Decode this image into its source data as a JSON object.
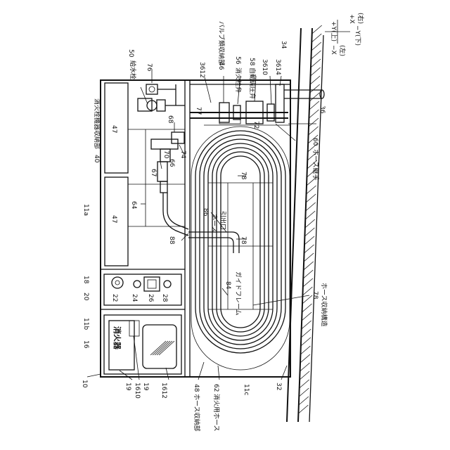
{
  "axes": {
    "plus_y": "+Y(上)",
    "plus_x": "+X",
    "plus_x_sub": "(右)",
    "minus_x": "−X",
    "minus_x_sub": "(左)",
    "minus_y": "−Y(下)"
  },
  "refs": {
    "r10": "10",
    "r11a": "11a",
    "r11b": "11b",
    "r11c": "11c",
    "r16": "16",
    "r18": "18",
    "r19a": "19",
    "r19b": "19",
    "r20": "20",
    "r22": "22",
    "r24": "24",
    "r26": "26",
    "r28": "28",
    "r32": "32",
    "r34": "34",
    "r36": "36",
    "r3610": "3610",
    "r3612": "3612",
    "r3614": "3614",
    "r40": "40",
    "r46": "46",
    "r47a": "47",
    "r47b": "47",
    "r48": "48",
    "r50": "50",
    "r56": "56",
    "r58": "58",
    "r60": "60",
    "r62": "62",
    "r64": "64",
    "r66": "66",
    "r67": "67",
    "r68": "68",
    "r70": "70",
    "r72": "72",
    "r74": "74",
    "r76": "76",
    "r77": "77",
    "r78a": "78",
    "r78b": "78",
    "r78c": "78",
    "r84": "84",
    "r86": "86",
    "r88": "88",
    "r1610": "1610",
    "r1612": "1612"
  },
  "labels": {
    "hydrant_valve": "給水栓",
    "hydrant_storage": "消火栓機器収納部",
    "valve_storage": "バルブ類収納部",
    "fire_valve": "消火栓弁",
    "auto_pressure_valve": "自動調圧弁",
    "hose_fitting": "ホース継手",
    "hose_outlet_1": "ホース",
    "hose_outlet_2": "引出口",
    "guide_frame": "ガイドフレーム",
    "hose_storage_structure": "ホース収納構造",
    "hose_storage": "ホース収納部",
    "fire_hose": "消火用ホース",
    "extinguisher": "消火器"
  }
}
